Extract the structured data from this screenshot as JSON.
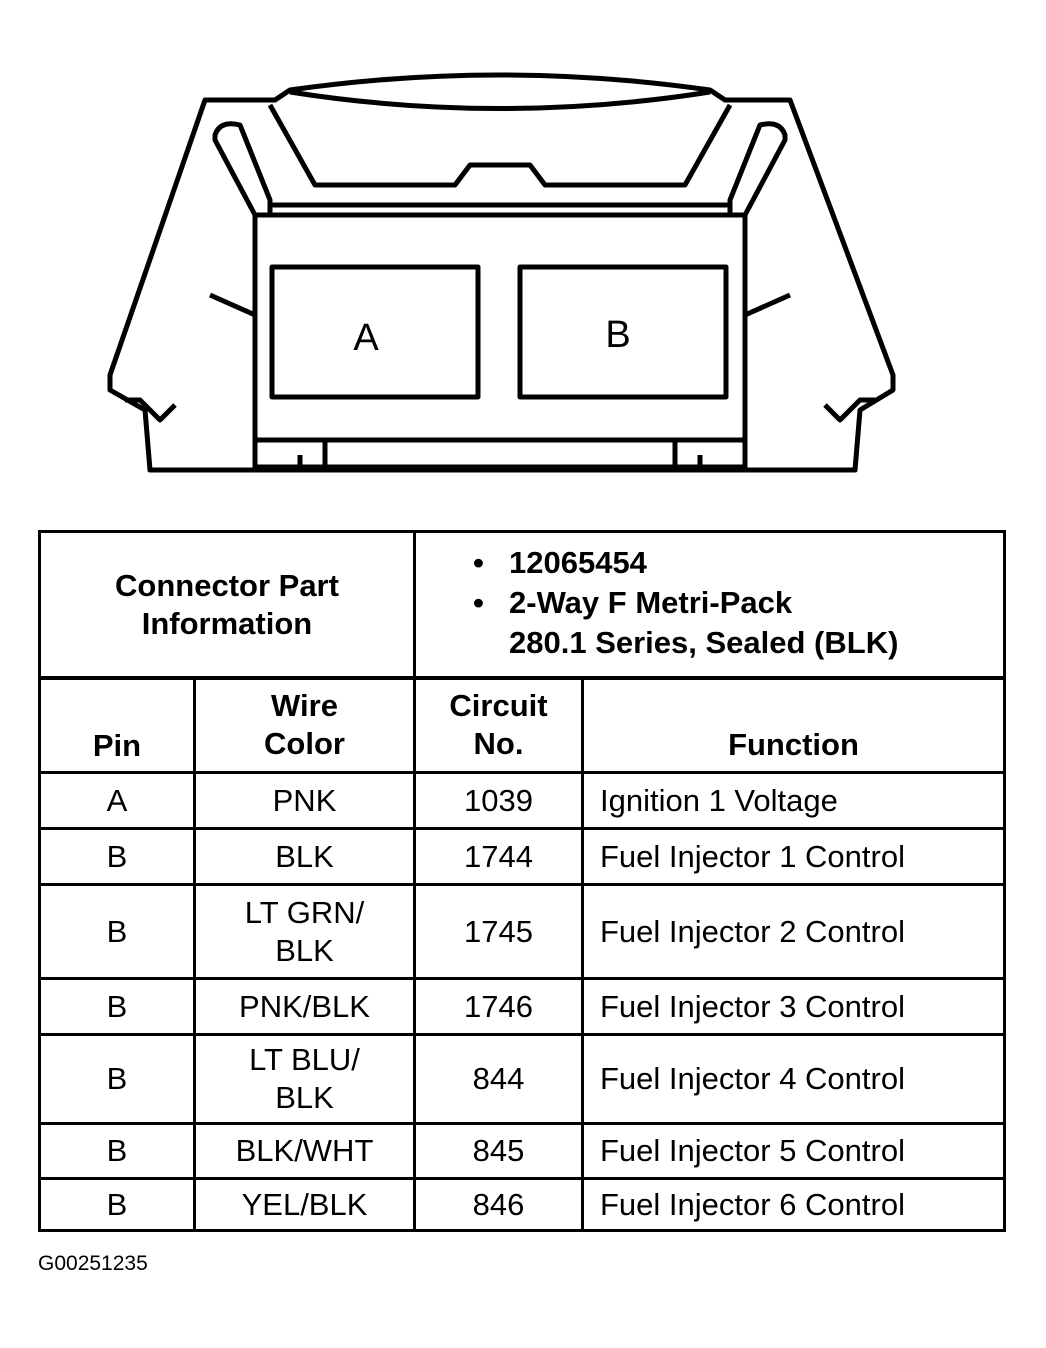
{
  "connector": {
    "cavities": [
      "A",
      "B"
    ]
  },
  "part_info": {
    "label_line1": "Connector Part",
    "label_line2": "Information",
    "bullet_symbol": "•",
    "part_number": "12065454",
    "description_line1": "2-Way F Metri-Pack",
    "description_line2": "280.1 Series, Sealed (BLK)"
  },
  "headers": {
    "pin": "Pin",
    "wire_color_line1": "Wire",
    "wire_color_line2": "Color",
    "circuit_line1": "Circuit",
    "circuit_line2": "No.",
    "function": "Function"
  },
  "rows": [
    {
      "pin": "A",
      "color1": "PNK",
      "color2": "",
      "circuit": "1039",
      "function": "Ignition 1 Voltage"
    },
    {
      "pin": "B",
      "color1": "BLK",
      "color2": "",
      "circuit": "1744",
      "function": "Fuel Injector 1 Control"
    },
    {
      "pin": "B",
      "color1": "LT GRN/",
      "color2": "BLK",
      "circuit": "1745",
      "function": "Fuel Injector 2 Control"
    },
    {
      "pin": "B",
      "color1": "PNK/BLK",
      "color2": "",
      "circuit": "1746",
      "function": "Fuel Injector 3 Control"
    },
    {
      "pin": "B",
      "color1": "LT BLU/",
      "color2": "BLK",
      "circuit": "844",
      "function": "Fuel Injector 4 Control"
    },
    {
      "pin": "B",
      "color1": "BLK/WHT",
      "color2": "",
      "circuit": "845",
      "function": "Fuel Injector 5 Control"
    },
    {
      "pin": "B",
      "color1": "YEL/BLK",
      "color2": "",
      "circuit": "846",
      "function": "Fuel Injector 6 Control"
    }
  ],
  "figure_id": "G00251235"
}
